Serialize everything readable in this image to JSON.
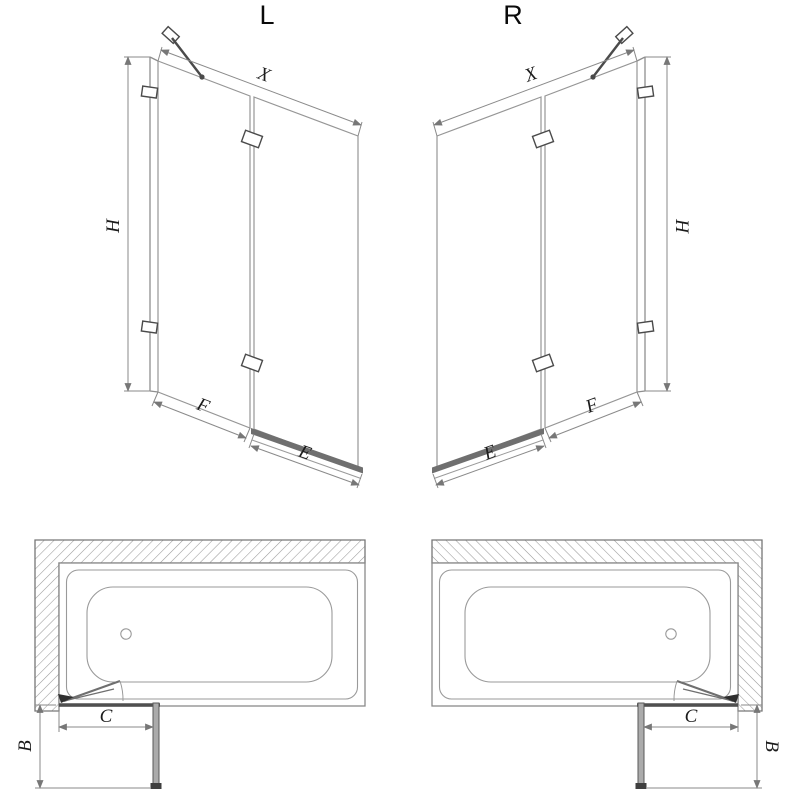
{
  "drawing": {
    "variant_left": {
      "title": "L"
    },
    "variant_right": {
      "title": "R"
    },
    "labels": {
      "x": "X",
      "h": "H",
      "f": "F",
      "e": "E",
      "c": "C",
      "b": "B"
    },
    "colors": {
      "line_gray": "#8f8f8f",
      "dark_fitting": "#4a4a4a",
      "text_ink": "#1c1c1c"
    }
  }
}
